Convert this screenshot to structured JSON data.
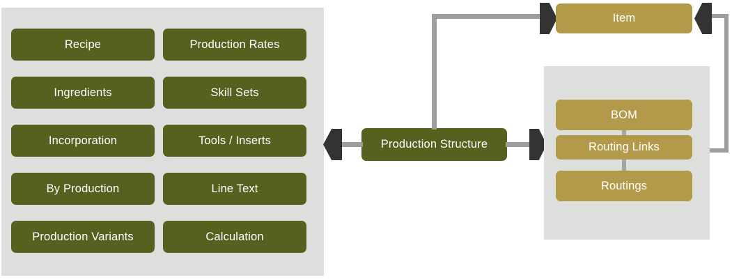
{
  "diagram": {
    "title": "Production Structure",
    "colors": {
      "green_node": "#55621f",
      "gold_node": "#b29a4a",
      "panel_gray": "#dddfdc",
      "connector_gray": "#9e9e9e",
      "arrow_dark": "#333333",
      "background": "#ffffff",
      "node_text": "#ffffff"
    },
    "left_group": {
      "name": "production-structure-detail-group",
      "nodes": [
        {
          "label": "Recipe",
          "column": 1,
          "row": 1
        },
        {
          "label": "Production Rates",
          "column": 2,
          "row": 1
        },
        {
          "label": "Ingredients",
          "column": 1,
          "row": 2
        },
        {
          "label": "Skill Sets",
          "column": 2,
          "row": 2
        },
        {
          "label": "Incorporation",
          "column": 1,
          "row": 3
        },
        {
          "label": "Tools / Inserts",
          "column": 2,
          "row": 3
        },
        {
          "label": "By Production",
          "column": 1,
          "row": 4
        },
        {
          "label": "Line Text",
          "column": 2,
          "row": 4
        },
        {
          "label": "Production Variants",
          "column": 1,
          "row": 5
        },
        {
          "label": "Calculation",
          "column": 2,
          "row": 5
        }
      ]
    },
    "center": {
      "label": "Production Structure"
    },
    "right_top": {
      "label": "Item"
    },
    "right_group": {
      "name": "item-master-data-group",
      "nodes": [
        {
          "label": "BOM"
        },
        {
          "label": "Routing Links"
        },
        {
          "label": "Routings"
        }
      ]
    },
    "connectors": [
      {
        "name": "production-structure-to-left-group",
        "direction": "left"
      },
      {
        "name": "production-structure-to-right-group",
        "direction": "right"
      },
      {
        "name": "production-structure-to-item",
        "direction": "right"
      },
      {
        "name": "routing-links-to-item",
        "direction": "left"
      },
      {
        "name": "bom-to-routing-links",
        "direction": "none"
      },
      {
        "name": "routing-links-to-routings",
        "direction": "none"
      }
    ]
  }
}
